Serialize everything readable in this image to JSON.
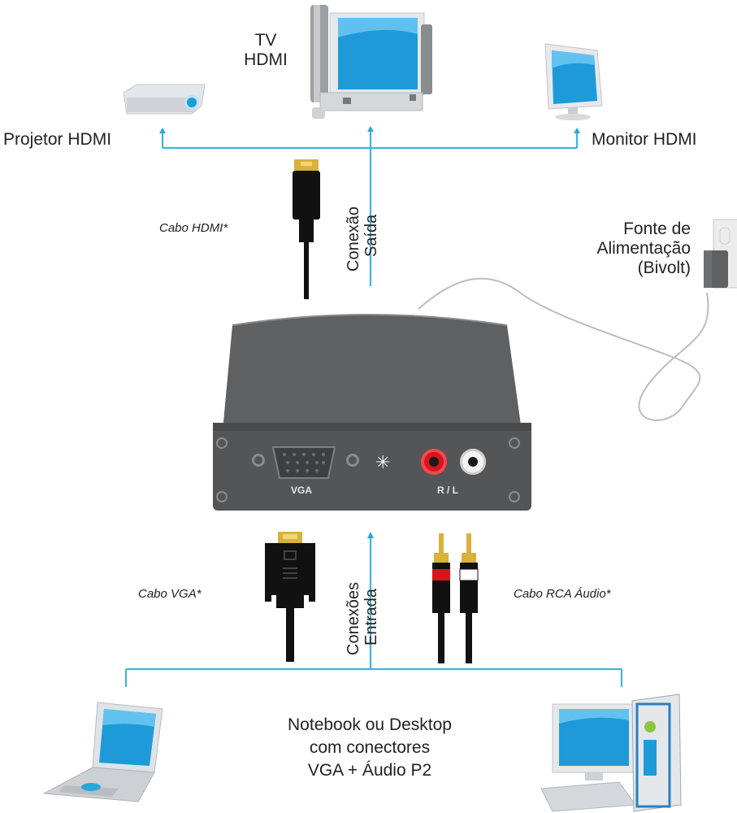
{
  "outputs": {
    "tv_label_line1": "TV",
    "tv_label_line2": "HDMI",
    "projector_label": "Projetor HDMI",
    "monitor_label": "Monitor HDMI"
  },
  "cables": {
    "hdmi": "Cabo HDMI*",
    "vga": "Cabo VGA*",
    "rca": "Cabo RCA Áudio*"
  },
  "connections": {
    "output_line1": "Conexão",
    "output_line2": "Saída",
    "input_line1": "Conexões",
    "input_line2": "Entrada"
  },
  "power": {
    "line1": "Fonte de",
    "line2": "Alimentação",
    "line3": "(Bivolt)"
  },
  "device": {
    "vga_port_label": "VGA",
    "audio_port_label": "R / L"
  },
  "sources": {
    "line1": "Notebook ou Desktop",
    "line2": "com conectores",
    "line3": "VGA + Áudio P2"
  },
  "colors": {
    "connector_line": "#3fb3e2",
    "device_body": "#5f6062",
    "screen_blue": "#1e9ad8",
    "rca_red": "#d8151c",
    "gold": "#d9b23a"
  }
}
